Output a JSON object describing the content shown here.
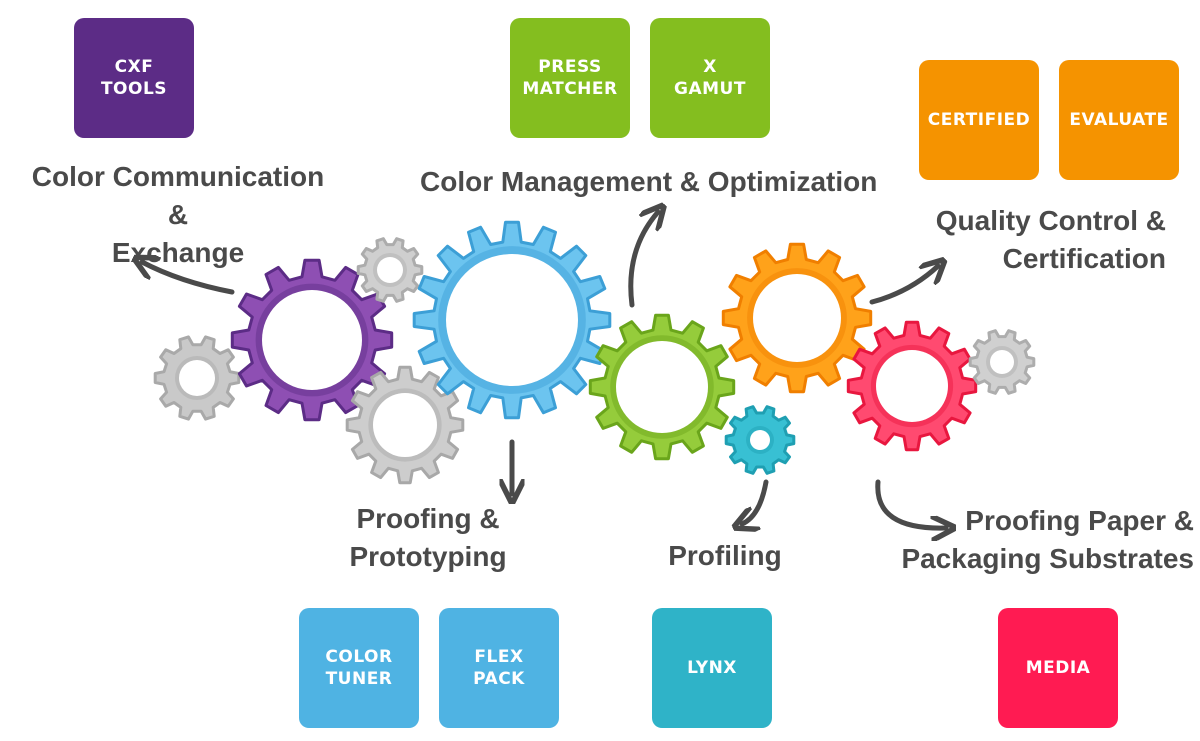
{
  "colors": {
    "purple": "#5c2c86",
    "green": "#84be1f",
    "orange": "#f59300",
    "sky": "#4fb3e3",
    "teal": "#2fb3c8",
    "pink": "#ff1b52",
    "text": "#4a4a4a"
  },
  "tiles": [
    {
      "label": "CXF\nTOOLS",
      "color": "#5c2c86"
    },
    {
      "label": "PRESS\nMATCHER",
      "color": "#84be1f"
    },
    {
      "label": "X\nGAMUT",
      "color": "#84be1f"
    },
    {
      "label": "CERTIFIED",
      "color": "#f59300"
    },
    {
      "label": "EVALUATE",
      "color": "#f59300"
    },
    {
      "label": "COLOR\nTUNER",
      "color": "#4fb3e3"
    },
    {
      "label": "FLEX\nPACK",
      "color": "#4fb3e3"
    },
    {
      "label": "LYNX",
      "color": "#2fb3c8"
    },
    {
      "label": "MEDIA",
      "color": "#ff1b52"
    }
  ],
  "categories": [
    {
      "label": "Color Communication &\nExchange"
    },
    {
      "label": "Color Management & Optimization"
    },
    {
      "label": "Quality Control &\nCertification"
    },
    {
      "label": "Proofing &\nPrototyping"
    },
    {
      "label": "Profiling"
    },
    {
      "label": "Proofing Paper &\nPackaging Substrates"
    }
  ],
  "gears": [
    {
      "name": "gear-grey-left",
      "color": "#c9c9c9",
      "dark": "#a9a9a9"
    },
    {
      "name": "gear-purple",
      "color": "#8e4fb3",
      "dark": "#5c2c86"
    },
    {
      "name": "gear-grey-small",
      "color": "#cfcfcf",
      "dark": "#acacac"
    },
    {
      "name": "gear-grey-bottom",
      "color": "#cdcdcd",
      "dark": "#a8a8a8"
    },
    {
      "name": "gear-blue",
      "color": "#6cc4ef",
      "dark": "#3c9fd6"
    },
    {
      "name": "gear-green",
      "color": "#95cc3b",
      "dark": "#6aa51b"
    },
    {
      "name": "gear-orange",
      "color": "#ffa21a",
      "dark": "#f07f00"
    },
    {
      "name": "gear-teal",
      "color": "#38c0d3",
      "dark": "#1f9fb2"
    },
    {
      "name": "gear-pink",
      "color": "#ff4a70",
      "dark": "#e8173f"
    },
    {
      "name": "gear-grey-right",
      "color": "#d0d0d0",
      "dark": "#adadad"
    }
  ]
}
